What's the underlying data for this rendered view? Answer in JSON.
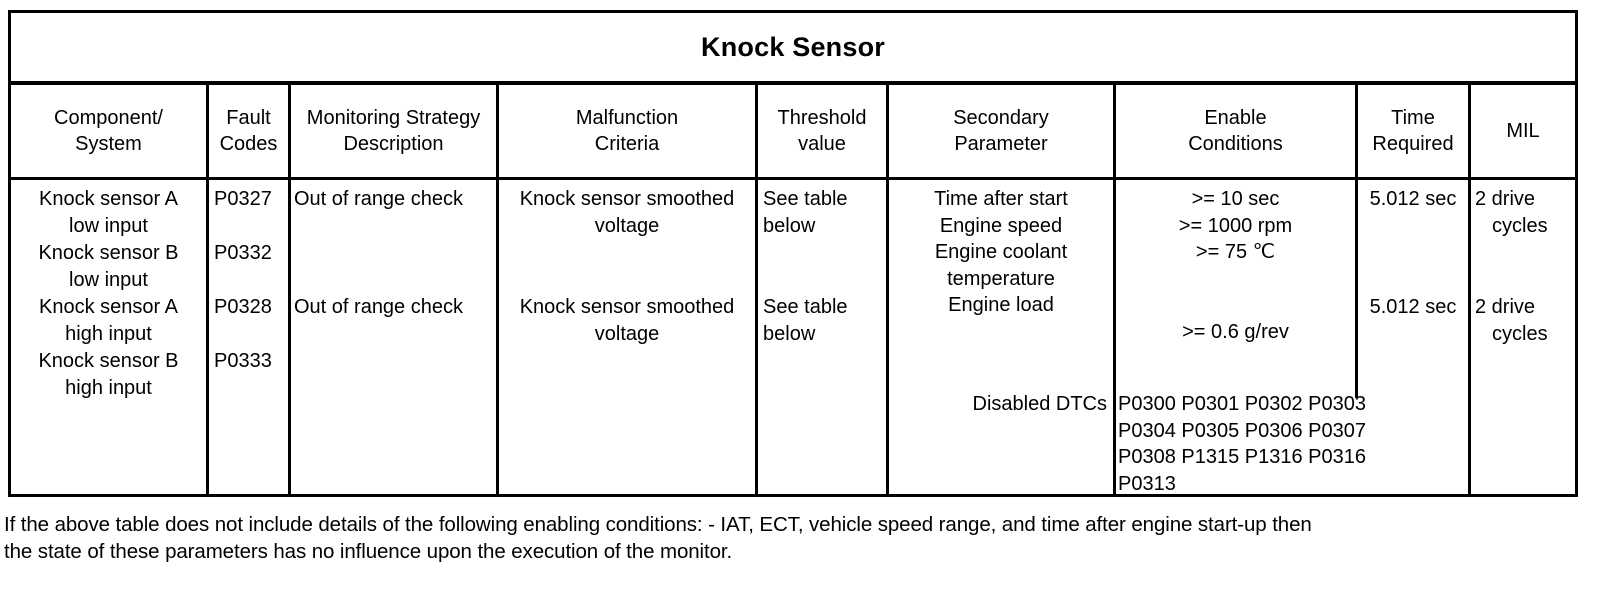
{
  "document": {
    "title": "Knock Sensor"
  },
  "table": {
    "headers": [
      "Component/\nSystem",
      "Fault\nCodes",
      "Monitoring Strategy\nDescription",
      "Malfunction\nCriteria",
      "Threshold\nvalue",
      "Secondary\nParameter",
      "Enable\nConditions",
      "Time\nRequired",
      "MIL"
    ],
    "headers_flat": {
      "component_system_l1": "Component/",
      "component_system_l2": "System",
      "fault_codes_l1": "Fault",
      "fault_codes_l2": "Codes",
      "monitoring_l1": "Monitoring Strategy",
      "monitoring_l2": "Description",
      "malfunction_l1": "Malfunction",
      "malfunction_l2": "Criteria",
      "threshold_l1": "Threshold",
      "threshold_l2": "value",
      "secondary_l1": "Secondary",
      "secondary_l2": "Parameter",
      "enable_l1": "Enable",
      "enable_l2": "Conditions",
      "time_l1": "Time",
      "time_l2": "Required",
      "mil": "MIL"
    },
    "components": [
      {
        "line1": "Knock sensor A",
        "line2": "low input"
      },
      {
        "line1": "Knock sensor B",
        "line2": "low input"
      },
      {
        "line1": "Knock sensor A",
        "line2": "high input"
      },
      {
        "line1": "Knock sensor B",
        "line2": "high input"
      }
    ],
    "fault_codes": [
      "P0327",
      "P0332",
      "P0328",
      "P0333"
    ],
    "rows": [
      {
        "monitoring_strategy": "Out of range check",
        "malfunction_criteria_l1": "Knock sensor smoothed",
        "malfunction_criteria_l2": "voltage",
        "threshold_l1": "See table",
        "threshold_l2": "below",
        "time_required": "5.012 sec",
        "mil_l1": "2 drive",
        "mil_l2": "cycles"
      },
      {
        "monitoring_strategy": "Out of range check",
        "malfunction_criteria_l1": "Knock sensor smoothed",
        "malfunction_criteria_l2": "voltage",
        "threshold_l1": "See table",
        "threshold_l2": "below",
        "time_required": "5.012 sec",
        "mil_l1": "2 drive",
        "mil_l2": "cycles"
      }
    ],
    "secondary_parameters": [
      "Time after start",
      "Engine speed",
      "Engine coolant",
      "temperature",
      "Engine load"
    ],
    "enable_conditions": [
      ">= 10 sec",
      ">= 1000 rpm",
      ">= 75 ℃",
      ">= 0.6 g/rev"
    ],
    "disabled_dtcs": {
      "label": "Disabled DTCs",
      "lines": [
        "P0300 P0301 P0302 P0303",
        "P0304 P0305 P0306 P0307",
        "P0308 P1315 P1316 P0316",
        "P0313"
      ]
    }
  },
  "footnote": {
    "line1": "If the above table does not include details of the following enabling conditions: - IAT, ECT, vehicle speed range, and time after engine start-up then",
    "line2": "the state of these parameters has no influence upon the execution of the monitor."
  },
  "colors": {
    "border": "#000000",
    "text": "#000000",
    "background": "#ffffff"
  }
}
